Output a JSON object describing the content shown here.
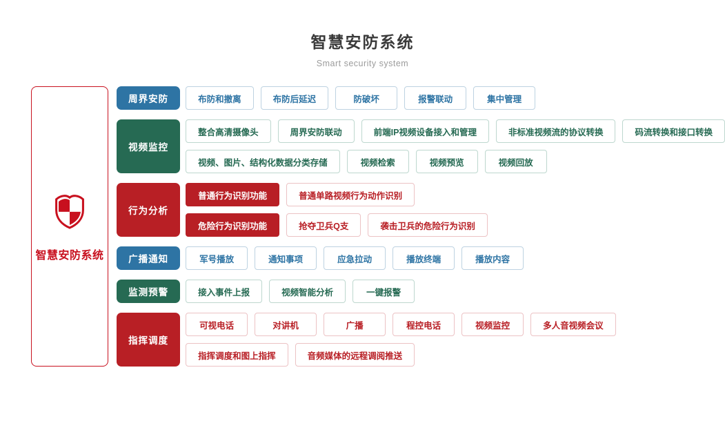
{
  "header": {
    "title": "智慧安防系统",
    "subtitle": "Smart security system"
  },
  "sidebar": {
    "label": "智慧安防系统",
    "icon": "shield-icon",
    "accent_color": "#c8101e"
  },
  "themes": {
    "blue": {
      "main": "#2e74a4",
      "border": "#bdd2e1"
    },
    "green": {
      "main": "#266a53",
      "border": "#bdd7ce"
    },
    "red": {
      "main": "#b81f25",
      "border": "#ecc2c4"
    }
  },
  "sections": [
    {
      "label": "周界安防",
      "theme": "blue",
      "rows": [
        [
          {
            "label": "布防和撤离"
          },
          {
            "label": "布防后延迟"
          },
          {
            "label": "防破坏"
          },
          {
            "label": "报警联动"
          },
          {
            "label": "集中管理"
          }
        ]
      ]
    },
    {
      "label": "视频监控",
      "theme": "green",
      "rows": [
        [
          {
            "label": "整合高清摄像头"
          },
          {
            "label": "周界安防联动"
          },
          {
            "label": "前端IP视频设备接入和管理"
          },
          {
            "label": "非标准视频流的协议转换"
          },
          {
            "label": "码流转换和接口转换"
          }
        ],
        [
          {
            "label": "视频、图片、结构化数据分类存储"
          },
          {
            "label": "视频检索"
          },
          {
            "label": "视频预览"
          },
          {
            "label": "视频回放"
          }
        ]
      ]
    },
    {
      "label": "行为分析",
      "theme": "red",
      "rows": [
        [
          {
            "label": "普通行为识别功能",
            "solid": true
          },
          {
            "label": "普通单路视频行为动作识别"
          }
        ],
        [
          {
            "label": "危险行为识别功能",
            "solid": true
          },
          {
            "label": "抢夺卫兵Q支"
          },
          {
            "label": "袭击卫兵的危险行为识别"
          }
        ]
      ]
    },
    {
      "label": "广播通知",
      "theme": "blue",
      "rows": [
        [
          {
            "label": "军号播放"
          },
          {
            "label": "通知事项"
          },
          {
            "label": "应急拉动"
          },
          {
            "label": "播放终端"
          },
          {
            "label": "播放内容"
          }
        ]
      ]
    },
    {
      "label": "监测预警",
      "theme": "green",
      "rows": [
        [
          {
            "label": "接入事件上报"
          },
          {
            "label": "视频智能分析"
          },
          {
            "label": "一键报警"
          }
        ]
      ]
    },
    {
      "label": "指挥调度",
      "theme": "red",
      "rows": [
        [
          {
            "label": "可视电话"
          },
          {
            "label": "对讲机"
          },
          {
            "label": "广播"
          },
          {
            "label": "程控电话"
          },
          {
            "label": "视频监控"
          },
          {
            "label": "多人音视频会议"
          }
        ],
        [
          {
            "label": "指挥调度和图上指挥"
          },
          {
            "label": "音频媒体的远程调阅推送"
          }
        ]
      ]
    }
  ]
}
